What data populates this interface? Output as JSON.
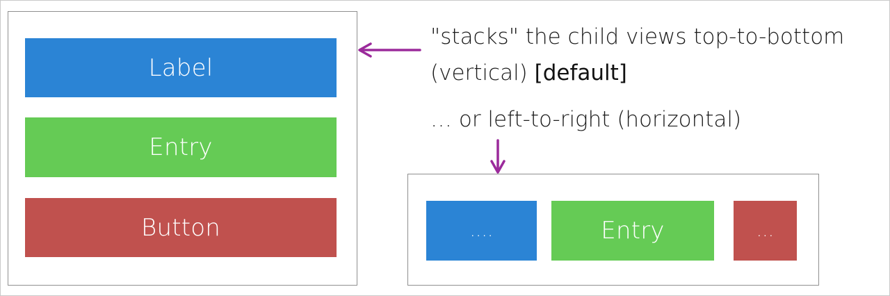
{
  "vertical_stack": {
    "items": [
      {
        "label": "Label",
        "color": "#2b84d5"
      },
      {
        "label": "Entry",
        "color": "#65cb55"
      },
      {
        "label": "Button",
        "color": "#c0514e"
      }
    ]
  },
  "horizontal_stack": {
    "items": [
      {
        "label": "....",
        "color": "#2b84d5"
      },
      {
        "label": "Entry",
        "color": "#65cb55"
      },
      {
        "label": "...",
        "color": "#c0514e"
      }
    ]
  },
  "annotations": {
    "vertical_line1": "\"stacks\" the child views top-to-bottom",
    "vertical_line2_prefix": "(vertical) ",
    "vertical_line2_emphasis": "[default]",
    "horizontal": "… or left-to-right (horizontal)",
    "arrow_color": "#9b2a9b"
  }
}
